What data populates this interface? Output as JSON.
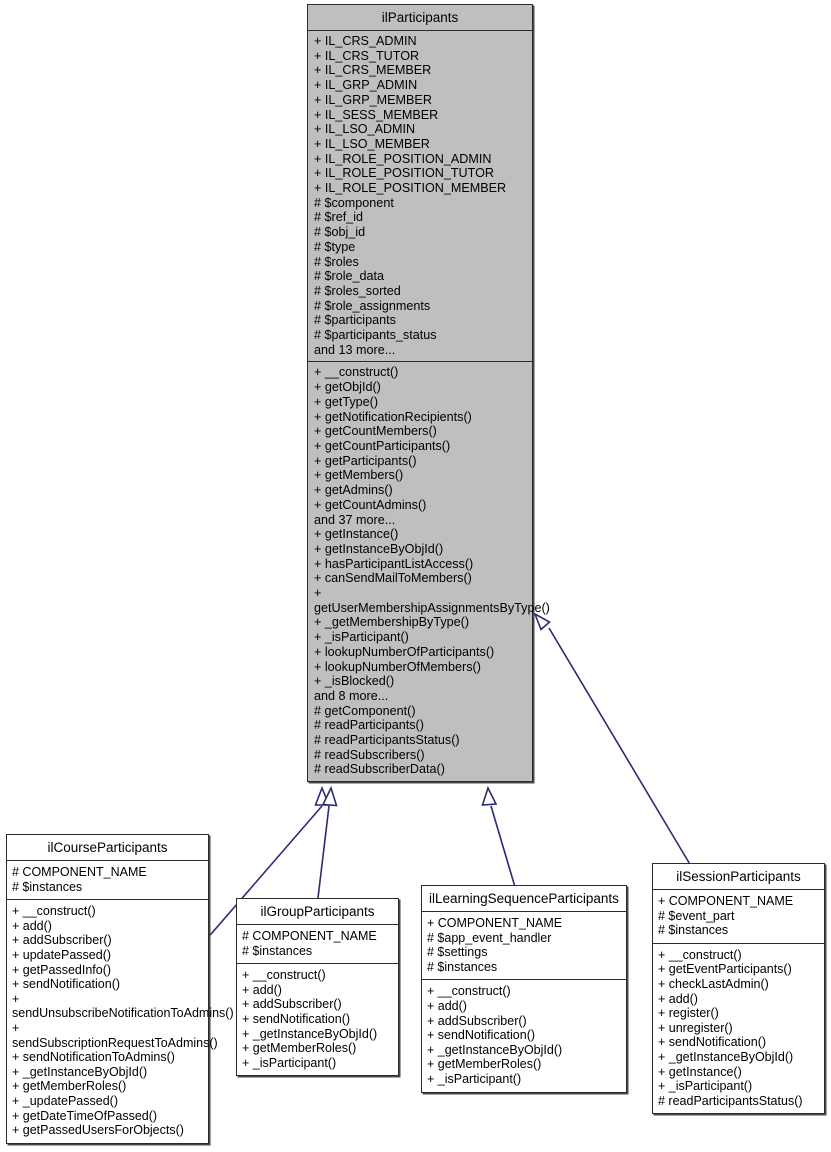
{
  "diagram": {
    "kind": "uml-class-inheritance-diagram",
    "background_color": "#ffffff",
    "root_fill_color": "#bfbfbf",
    "subclass_fill_color": "#ffffff",
    "border_color": "#2b2b2b",
    "edge_color": "#2b2b72"
  },
  "classes": {
    "root": {
      "name": "ilParticipants",
      "attributes": [
        "+ IL_CRS_ADMIN",
        "+ IL_CRS_TUTOR",
        "+ IL_CRS_MEMBER",
        "+ IL_GRP_ADMIN",
        "+ IL_GRP_MEMBER",
        "+ IL_SESS_MEMBER",
        "+ IL_LSO_ADMIN",
        "+ IL_LSO_MEMBER",
        "+ IL_ROLE_POSITION_ADMIN",
        "+ IL_ROLE_POSITION_TUTOR",
        "+ IL_ROLE_POSITION_MEMBER",
        "# $component",
        "# $ref_id",
        "# $obj_id",
        "# $type",
        "# $roles",
        "# $role_data",
        "# $roles_sorted",
        "# $role_assignments",
        "# $participants",
        "# $participants_status",
        "and 13 more..."
      ],
      "operations": [
        "+ __construct()",
        "+ getObjId()",
        "+ getType()",
        "+ getNotificationRecipients()",
        "+ getCountMembers()",
        "+ getCountParticipants()",
        "+ getParticipants()",
        "+ getMembers()",
        "+ getAdmins()",
        "+ getCountAdmins()",
        "and 37 more...",
        "+ getInstance()",
        "+ getInstanceByObjId()",
        "+ hasParticipantListAccess()",
        "+ canSendMailToMembers()",
        "+ getUserMembershipAssignmentsByType()",
        "+ _getMembershipByType()",
        "+ _isParticipant()",
        "+ lookupNumberOfParticipants()",
        "+ lookupNumberOfMembers()",
        "+ _isBlocked()",
        "and 8 more...",
        "# getComponent()",
        "# readParticipants()",
        "# readParticipantsStatus()",
        "# readSubscribers()",
        "# readSubscriberData()"
      ]
    },
    "course": {
      "name": "ilCourseParticipants",
      "attributes": [
        "# COMPONENT_NAME",
        "# $instances"
      ],
      "operations": [
        "+ __construct()",
        "+ add()",
        "+ addSubscriber()",
        "+ updatePassed()",
        "+ getPassedInfo()",
        "+ sendNotification()",
        "+ sendUnsubscribeNotificationToAdmins()",
        "+ sendSubscriptionRequestToAdmins()",
        "+ sendNotificationToAdmins()",
        "+ _getInstanceByObjId()",
        "+ getMemberRoles()",
        "+ _updatePassed()",
        "+ getDateTimeOfPassed()",
        "+ getPassedUsersForObjects()"
      ]
    },
    "group": {
      "name": "ilGroupParticipants",
      "attributes": [
        "# COMPONENT_NAME",
        "# $instances"
      ],
      "operations": [
        "+ __construct()",
        "+ add()",
        "+ addSubscriber()",
        "+ sendNotification()",
        "+ _getInstanceByObjId()",
        "+ getMemberRoles()",
        "+ _isParticipant()"
      ]
    },
    "learning_sequence": {
      "name": "ilLearningSequenceParticipants",
      "attributes": [
        "+ COMPONENT_NAME",
        "# $app_event_handler",
        "# $settings",
        "# $instances"
      ],
      "operations": [
        "+ __construct()",
        "+ add()",
        "+ addSubscriber()",
        "+ sendNotification()",
        "+ _getInstanceByObjId()",
        "+ getMemberRoles()",
        "+ _isParticipant()"
      ]
    },
    "session": {
      "name": "ilSessionParticipants",
      "attributes": [
        "+ COMPONENT_NAME",
        "# $event_part",
        "# $instances"
      ],
      "operations": [
        "+ __construct()",
        "+ getEventParticipants()",
        "+ checkLastAdmin()",
        "+ add()",
        "+ register()",
        "+ unregister()",
        "+ sendNotification()",
        "+ _getInstanceByObjId()",
        "+ getInstance()",
        "+ _isParticipant()",
        "# readParticipantsStatus()"
      ]
    }
  },
  "edges": [
    {
      "from": "ilCourseParticipants",
      "to": "ilParticipants",
      "type": "generalization"
    },
    {
      "from": "ilGroupParticipants",
      "to": "ilParticipants",
      "type": "generalization"
    },
    {
      "from": "ilLearningSequenceParticipants",
      "to": "ilParticipants",
      "type": "generalization"
    },
    {
      "from": "ilSessionParticipants",
      "to": "ilParticipants",
      "type": "generalization"
    }
  ]
}
